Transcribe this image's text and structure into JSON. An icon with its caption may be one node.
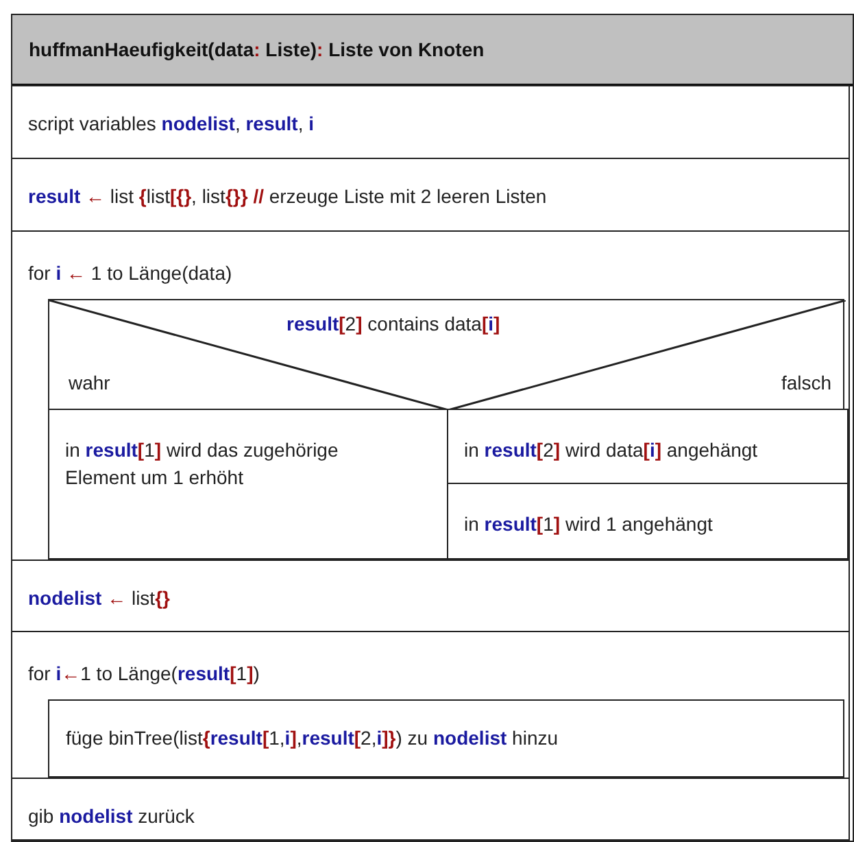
{
  "diagram": {
    "nodes": [
      {
        "text": [
          "huffmanHaeufigkeit(data: Liste): Liste von Knoten"
        ]
      },
      {
        "text": [
          "script variables **nodelist**, **result**, **i**"
        ],
        "in": 0
      },
      {
        "text": [
          "**result** ← list {list[{}, list{}} // erzeuge Liste mit 2 leeren Listen"
        ],
        "in": 0
      },
      {
        "text": [
          "for **i** ← 1 to Länge(data)"
        ],
        "in": 0
      },
      {
        "text": [
          "**result**[2] contains data[**i**]",
          "wahr",
          "falsch"
        ],
        "in": 3
      },
      {
        "text": [
          "in **result**[1] wird das zugehörige Element um 1 erhöht"
        ],
        "in": 4
      },
      {
        "text": [
          "in **result**[2] wird data[**i**] angehängt"
        ],
        "in": 4
      },
      {
        "text": [
          "in **result**[1] wird 1 angehängt"
        ],
        "in": 4
      },
      {
        "text": [
          "**nodelist** ← list{}"
        ],
        "in": 0
      },
      {
        "text": [
          "for **i**←1 to Länge(**result**[1])"
        ],
        "in": 0
      },
      {
        "text": [
          "füge binTree(list{**result**[1,**i**],**result**[2,**i**]}) zu **nodelist** hinzu"
        ],
        "in": 9
      },
      {
        "text": [
          "gib **nodelist** zurück"
        ],
        "in": 0
      }
    ]
  }
}
